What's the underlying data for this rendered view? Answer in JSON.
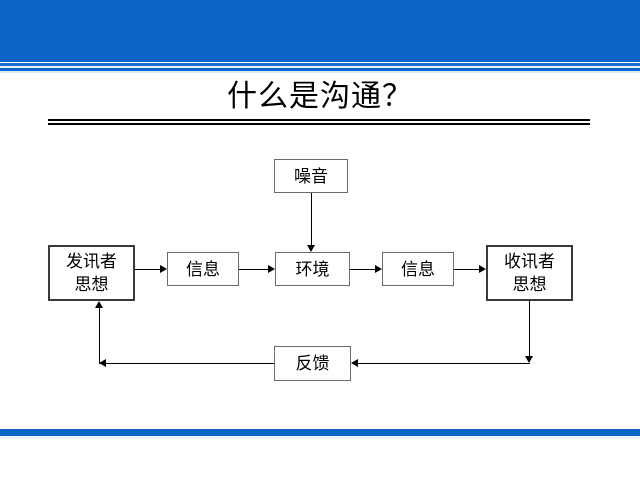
{
  "slide": {
    "title": "什么是沟通？",
    "accent_color": "#0b64c8",
    "background_color": "#ffffff",
    "line_color": "#000000"
  },
  "diagram": {
    "type": "flowchart",
    "nodes": [
      {
        "id": "sender",
        "label": "发讯者\n思想",
        "emphasis": "thick"
      },
      {
        "id": "msg1",
        "label": "信息",
        "emphasis": "thin"
      },
      {
        "id": "noise",
        "label": "噪音",
        "emphasis": "thin"
      },
      {
        "id": "env",
        "label": "环境",
        "emphasis": "thin"
      },
      {
        "id": "msg2",
        "label": "信息",
        "emphasis": "thin"
      },
      {
        "id": "receiver",
        "label": "收讯者\n思想",
        "emphasis": "thick"
      },
      {
        "id": "feedback",
        "label": "反馈",
        "emphasis": "thin"
      }
    ],
    "edges": [
      {
        "from": "sender",
        "to": "msg1"
      },
      {
        "from": "msg1",
        "to": "env"
      },
      {
        "from": "noise",
        "to": "env"
      },
      {
        "from": "env",
        "to": "msg2"
      },
      {
        "from": "msg2",
        "to": "receiver"
      },
      {
        "from": "receiver",
        "to": "feedback"
      },
      {
        "from": "feedback",
        "to": "sender"
      }
    ]
  }
}
